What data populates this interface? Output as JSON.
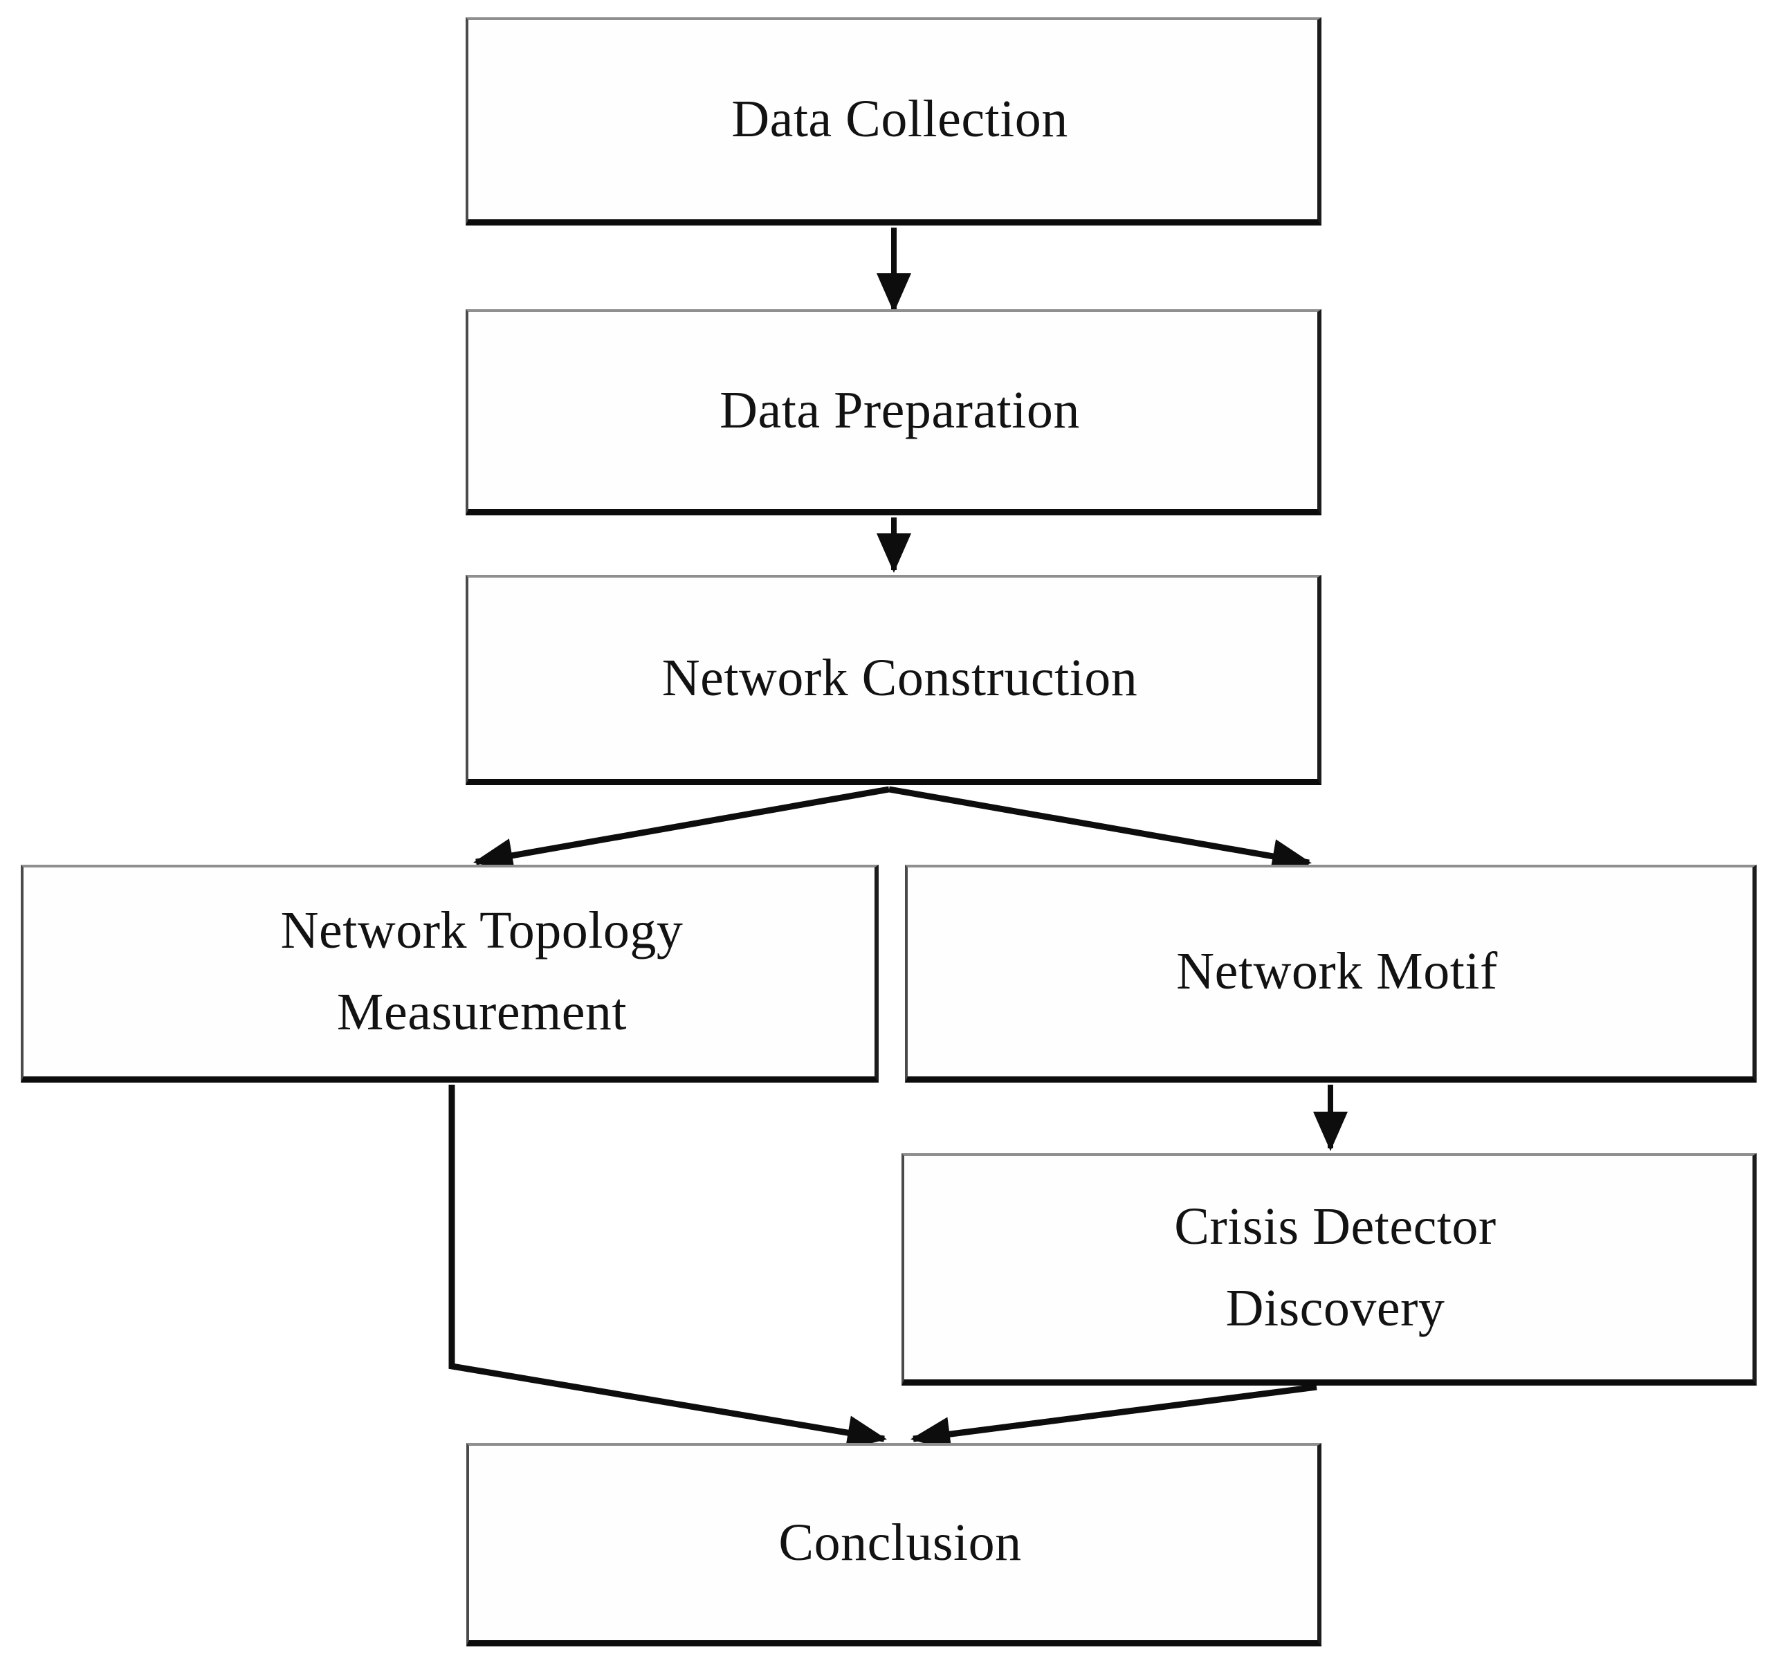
{
  "diagram": {
    "type": "flowchart",
    "background_color": "#ffffff",
    "box_fill_color": "#fefefe",
    "box_border_color": "#1c1c1c",
    "line_color": "#0d0d0d",
    "text_color": "#121212",
    "nodes": [
      {
        "id": "data-collection",
        "label": "Data Collection"
      },
      {
        "id": "data-preparation",
        "label": "Data Preparation"
      },
      {
        "id": "network-construction",
        "label": "Network Construction"
      },
      {
        "id": "network-topology-measurement",
        "label": "Network Topology\nMeasurement"
      },
      {
        "id": "network-motif",
        "label": "Network Motif"
      },
      {
        "id": "crisis-detector-discovery",
        "label": "Crisis Detector\nDiscovery"
      },
      {
        "id": "conclusion",
        "label": "Conclusion"
      }
    ],
    "edges": [
      {
        "from": "data-collection",
        "to": "data-preparation"
      },
      {
        "from": "data-preparation",
        "to": "network-construction"
      },
      {
        "from": "network-construction",
        "to": "network-topology-measurement"
      },
      {
        "from": "network-construction",
        "to": "network-motif"
      },
      {
        "from": "network-motif",
        "to": "crisis-detector-discovery"
      },
      {
        "from": "network-topology-measurement",
        "to": "conclusion"
      },
      {
        "from": "crisis-detector-discovery",
        "to": "conclusion"
      }
    ]
  }
}
